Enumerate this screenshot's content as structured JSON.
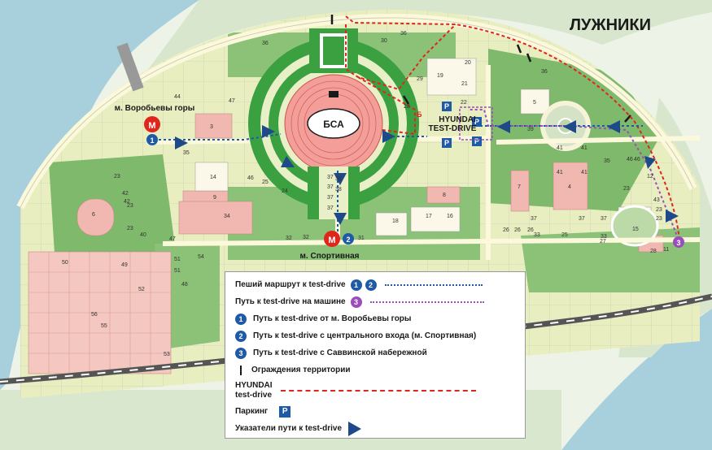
{
  "title": "ЛУЖНИКИ",
  "labels": {
    "metro_vorobyovy": "м. Воробьевы горы",
    "metro_sportivnaya": "м. Спортивная",
    "bsa": "БСА",
    "hyundai_line1": "HYUNDAI",
    "hyundai_line2": "TEST-DRIVE",
    "metro_letter": "M",
    "parking_letter": "P",
    "fence_letter": "Б"
  },
  "route_markers": [
    "1",
    "2",
    "3"
  ],
  "numbers": [
    "30",
    "36",
    "36",
    "19",
    "20",
    "21",
    "22",
    "29",
    "5",
    "36",
    "39",
    "41",
    "41",
    "41",
    "41",
    "46",
    "44",
    "47",
    "3",
    "35",
    "14",
    "46",
    "25",
    "24",
    "37",
    "37",
    "37",
    "37",
    "38",
    "38",
    "23",
    "42",
    "42",
    "23",
    "40",
    "9",
    "34",
    "6",
    "23",
    "47",
    "32",
    "32",
    "31",
    "18",
    "17",
    "16",
    "8",
    "7",
    "4",
    "37",
    "37",
    "33",
    "26",
    "26",
    "26",
    "25",
    "33",
    "27",
    "37",
    "12",
    "23",
    "43",
    "23",
    "23",
    "15",
    "28",
    "11",
    "35",
    "46",
    "50",
    "49",
    "51",
    "51",
    "54",
    "48",
    "52",
    "56",
    "55",
    "53",
    "28"
  ],
  "legend": {
    "walk_route": "Пеший маршрут к test-drive",
    "car_route": "Путь к test-drive на машине",
    "route1": "Путь к test-drive от м. Воробьевы горы",
    "route2": "Путь к test-drive с центрального входа (м. Спортивная)",
    "route3": "Путь к test-drive с Саввинской набережной",
    "fence": "Ограждения территории",
    "hyundai_route_line1": "HYUNDAI",
    "hyundai_route_line2": "test-drive",
    "parking": "Паркинг",
    "signs": "Указатели пути к test-drive",
    "colors": {
      "blue": "#1f5aa6",
      "purple": "#9b4dbd",
      "red": "#e0261c",
      "navy": "#1f4a8a"
    }
  }
}
